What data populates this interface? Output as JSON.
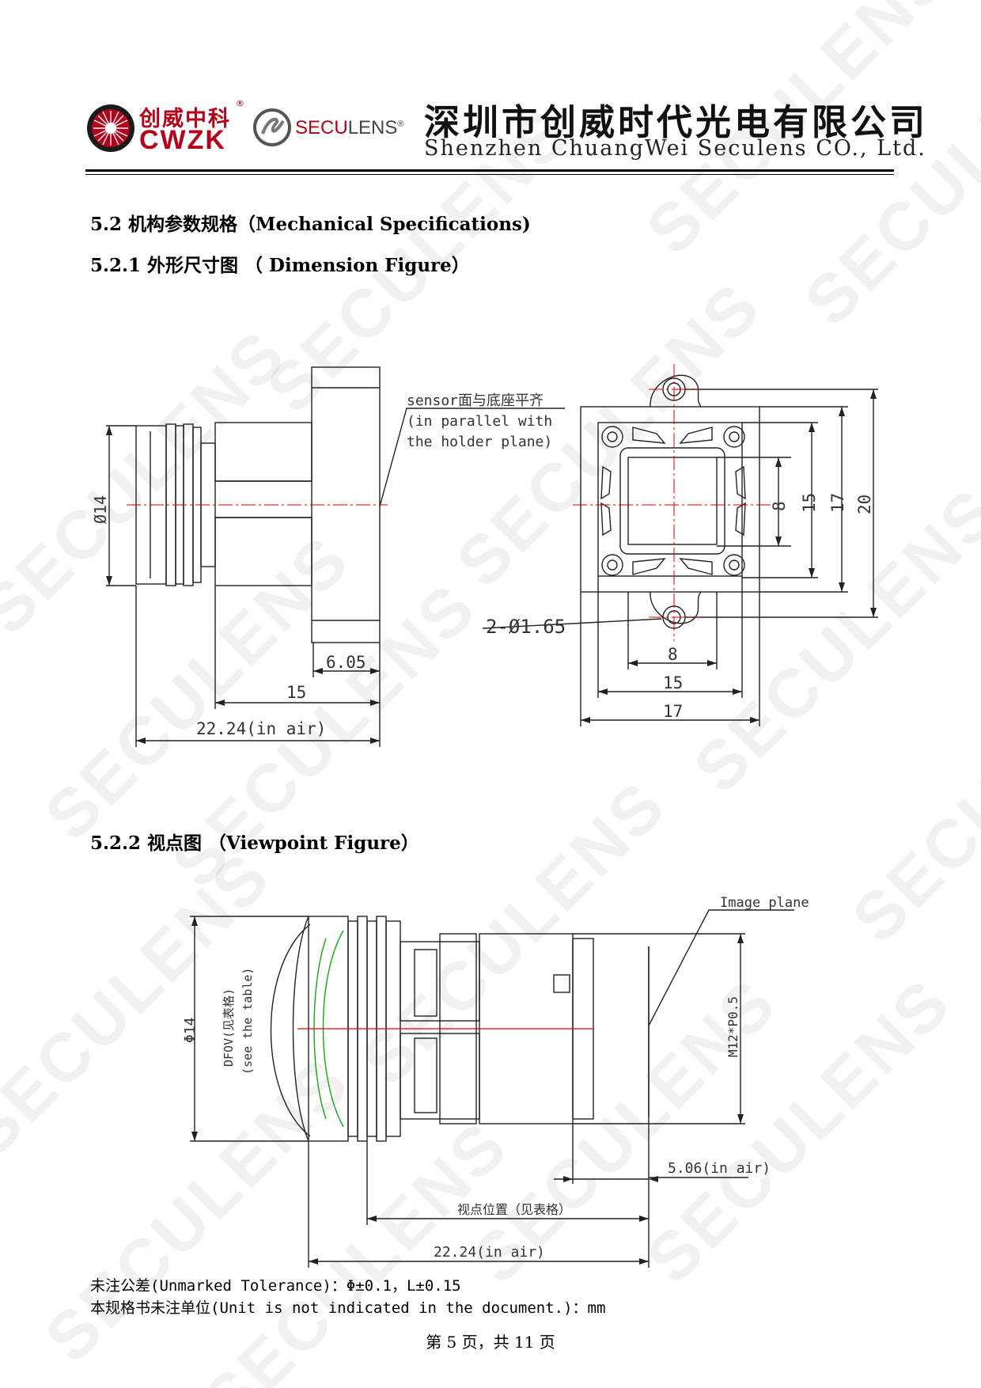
{
  "header": {
    "logo_cn": "创威中科",
    "logo_en": "CWZK",
    "seculens_red": "SECU",
    "seculens_gray": "LENS",
    "company_cn": "深圳市创威时代光电有限公司",
    "company_en": "Shenzhen ChuangWei Seculens CO., Ltd."
  },
  "sections": {
    "mech": "5.2 机构参数规格（Mechanical Specifications)",
    "dimension": "5.2.1 外形尺寸图 （ Dimension Figure）",
    "viewpoint": "5.2.2 视点图 （Viewpoint Figure）"
  },
  "dimension_figure": {
    "sensor_note_1": "sensor面与底座平齐",
    "sensor_note_2": "(in parallel with",
    "sensor_note_3": "the holder plane)",
    "dia_label": "Ø14",
    "dim_605": "6.05",
    "dim_15": "15",
    "dim_2224": "22.24(in air)",
    "hole_label": "2-Ø1.65",
    "right_8v": "8",
    "right_15v": "15",
    "right_17v": "17",
    "right_20v": "20",
    "bottom_8": "8",
    "bottom_15": "15",
    "bottom_17": "17"
  },
  "viewpoint_figure": {
    "image_plane": "Image plane",
    "dia_label": "Φ14",
    "dfov_1": "DFOV(见表格)",
    "dfov_2": "(see the table)",
    "thread": "M12*P0.5",
    "dim_506": "5.06(in air)",
    "viewpoint_pos": "视点位置（见表格）",
    "dim_2224": "22.24(in air)"
  },
  "notes": {
    "tolerance": "未注公差(Unmarked Tolerance)：Φ±0.1，L±0.15",
    "unit": "本规格书未注单位(Unit is not indicated in the document.)：mm"
  },
  "footer": {
    "page": "第 5 页，共 11 页"
  },
  "watermark": "SECULENS",
  "colors": {
    "brand_red": "#b3001b",
    "center_line": "#e00000",
    "fov_green": "#1aa31a"
  }
}
